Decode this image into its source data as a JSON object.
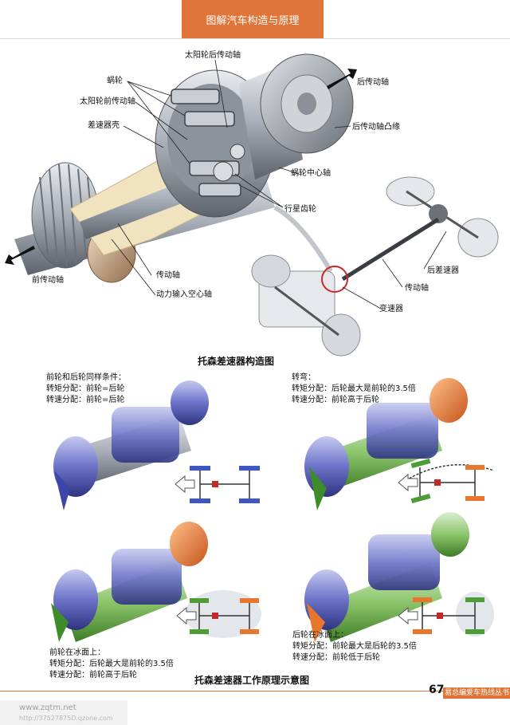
{
  "header": {
    "title": "图解汽车构造与原理"
  },
  "diagram_top": {
    "labels": {
      "sun_rear": "太阳轮后传动轴",
      "worm": "蜗轮",
      "sun_front": "太阳轮前传动轴",
      "diff_case": "差速器壳",
      "rear_shaft": "后传动轴",
      "rear_flange": "后传动轴凸缘",
      "worm_center": "蜗轮中心轴",
      "planet": "行星齿轮",
      "front_shaft": "前传动轴",
      "drive_shaft": "传动轴",
      "hollow_input": "动力输入空心轴",
      "rear_diff": "后差速器",
      "drive_shaft2": "传动轴",
      "transmission": "变速器"
    },
    "caption": "托森差速器构造图"
  },
  "panels": {
    "tl": {
      "lines": [
        "前轮和后轮同样条件：",
        "转矩分配：前轮=后轮",
        "转速分配：前轮=后轮"
      ]
    },
    "tr": {
      "lines": [
        "转弯：",
        "转矩分配：后轮最大是前轮的3.5倍",
        "转速分配：前轮高于后轮"
      ]
    },
    "bl": {
      "lines": [
        "前轮在冰面上：",
        "转矩分配：后轮最大是前轮的3.5倍",
        "转速分配：前轮高于后轮"
      ]
    },
    "br": {
      "lines": [
        "后轮在冰面上：",
        "转矩分配：前轮最大是后轮的3.5倍",
        "转速分配：前轮低于后轮"
      ]
    }
  },
  "caption2": "托森差速器工作原理示意图",
  "footer": {
    "page": "67",
    "series": "易总编爱车热线丛书"
  },
  "watermark": {
    "line1": "www.zqtm.net",
    "line2": "http://37527875D.qzone.com"
  },
  "colors": {
    "accent": "#e0753a",
    "metal": "#aeb4bc",
    "gear_blue": "#4d55b8",
    "shaft_green": "#57a038",
    "flange_orange": "#e8762c"
  }
}
